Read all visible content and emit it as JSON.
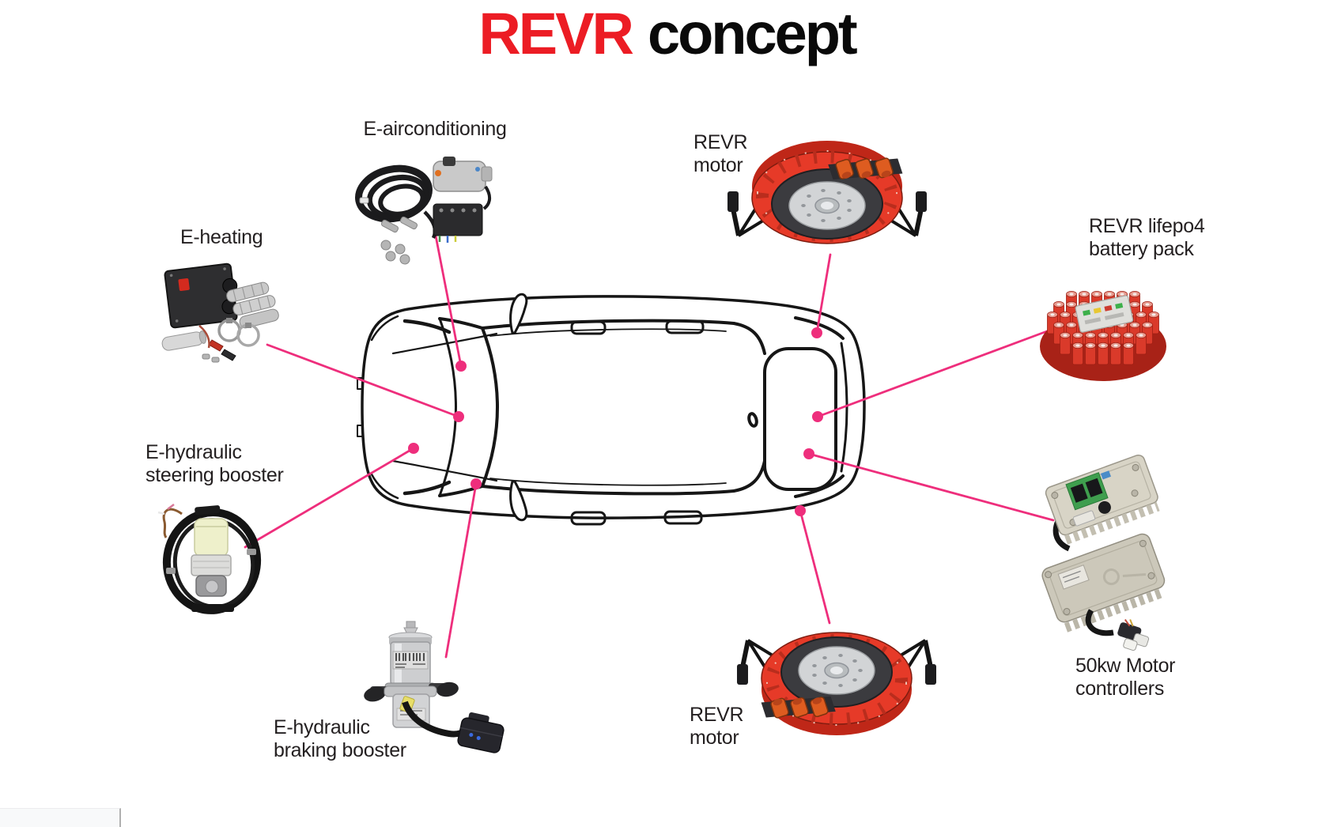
{
  "title": {
    "brand": "REVR",
    "word": "concept"
  },
  "colors": {
    "brand_red": "#ec1c24",
    "accent_pink": "#ee2e7c",
    "label_text": "#231f20",
    "car_line": "#161616"
  },
  "components": [
    {
      "id": "e-airconditioning",
      "label_lines": [
        "E-airconditioning"
      ]
    },
    {
      "id": "e-heating",
      "label_lines": [
        "E-heating"
      ]
    },
    {
      "id": "revr-motor-top",
      "label_lines": [
        "REVR",
        "motor"
      ]
    },
    {
      "id": "revr-lifepo4-battery-pack",
      "label_lines": [
        "REVR lifepo4",
        "battery pack"
      ]
    },
    {
      "id": "e-hydraulic-steering-booster",
      "label_lines": [
        "E-hydraulic",
        "steering booster"
      ]
    },
    {
      "id": "e-hydraulic-braking-booster",
      "label_lines": [
        "E-hydraulic",
        "braking booster"
      ]
    },
    {
      "id": "revr-motor-bottom",
      "label_lines": [
        "REVR",
        "motor"
      ]
    },
    {
      "id": "fifty-kw-motor-controllers",
      "label_lines": [
        "50kw Motor",
        "controllers"
      ]
    }
  ]
}
